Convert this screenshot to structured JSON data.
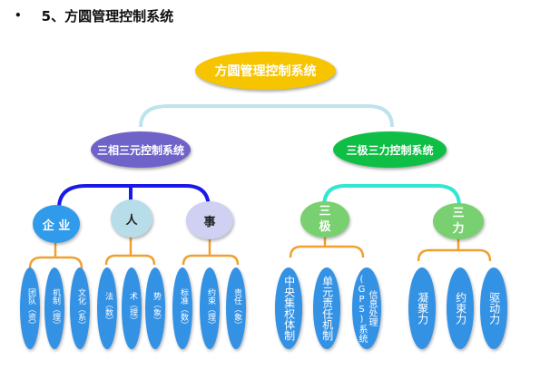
{
  "heading": {
    "bullet": "•",
    "text": "5、方圆管理控制系统"
  },
  "root": {
    "label": "方圆管理控制系统"
  },
  "branches": [
    {
      "label": "三相三元控制系统",
      "children": [
        {
          "label": "企 业",
          "leaves": [
            "团队（资）",
            "机制（理）",
            "文化（系）"
          ]
        },
        {
          "label": "人",
          "leaves": [
            "法（数）",
            "术（理）",
            "势（象）"
          ]
        },
        {
          "label": "事",
          "leaves": [
            "标准（数）",
            "约束（理）",
            "责任（象）"
          ]
        }
      ]
    },
    {
      "label": "三极三力控制系统",
      "children": [
        {
          "label_lines": [
            "三",
            "极"
          ],
          "leaves": [
            "中央集权体制",
            "单元责任机制",
            "信息处理(GPS)系统"
          ]
        },
        {
          "label_lines": [
            "三",
            "力"
          ],
          "leaves": [
            "凝聚力",
            "约束力",
            "驱动力"
          ]
        }
      ]
    }
  ],
  "colors": {
    "root": "#f7c400",
    "left_branch": "#6f63c9",
    "right_branch": "#0fbf45",
    "connector_root": "#bfe3ec",
    "connector_left": "#1a1ae6",
    "connector_right": "#33e6d2",
    "connector_leaf": "#f0a030",
    "leaf": "#3492e5"
  }
}
